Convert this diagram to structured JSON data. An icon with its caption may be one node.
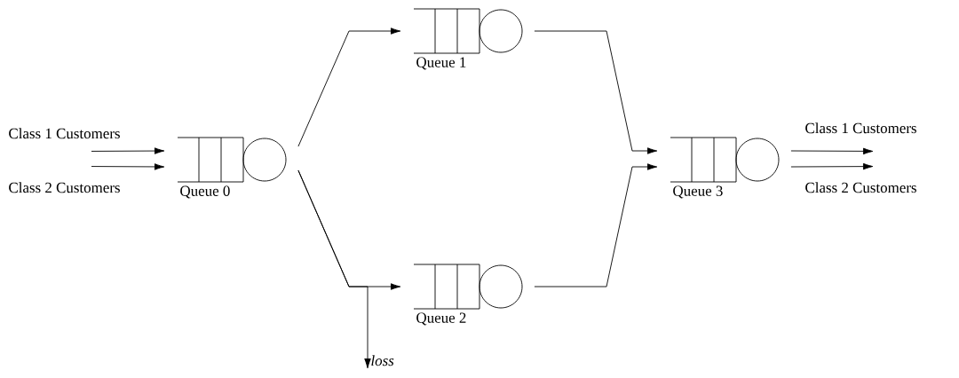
{
  "diagram": {
    "nodes": [
      {
        "text": [
          "Queue 0"
        ]
      },
      {
        "text": [
          "Queue 1"
        ]
      },
      {
        "text": [
          "Queue 2"
        ]
      },
      {
        "text": [
          "Queue 3"
        ]
      },
      {
        "text": [
          "loss"
        ]
      },
      {
        "text": [
          "Class 1 Customers"
        ]
      },
      {
        "text": [
          "Class 2 Customers"
        ]
      },
      {
        "text": [
          "Class 1 Customers"
        ]
      },
      {
        "text": [
          "Class 2 Customers"
        ]
      }
    ],
    "edges": [
      {
        "from": 5,
        "to": 0,
        "arrow": "to"
      },
      {
        "from": 6,
        "to": 0,
        "arrow": "to"
      },
      {
        "from": 0,
        "to": 1,
        "arrow": "to"
      },
      {
        "from": 0,
        "to": 2,
        "arrow": "to"
      },
      {
        "from": 0,
        "to": 4,
        "arrow": "to"
      },
      {
        "from": 1,
        "to": 3,
        "arrow": "to"
      },
      {
        "from": 2,
        "to": 3,
        "arrow": "to"
      },
      {
        "from": 3,
        "to": 7,
        "arrow": "to"
      },
      {
        "from": 3,
        "to": 8,
        "arrow": "to"
      }
    ]
  }
}
